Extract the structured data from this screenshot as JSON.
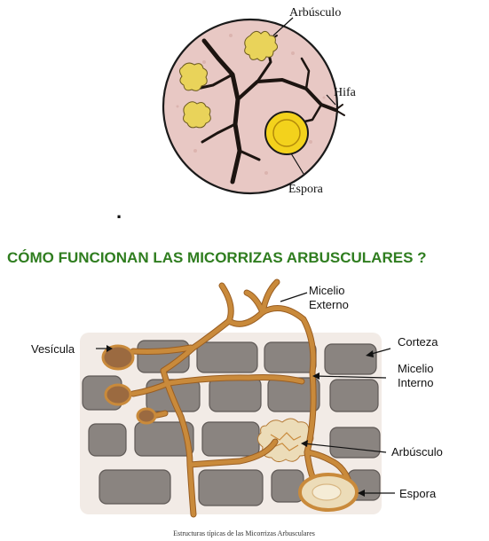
{
  "top_figure": {
    "labels": {
      "arbusculo": "Arbúsculo",
      "hifa": "Hifa",
      "espora": "Espora"
    }
  },
  "dot": ".",
  "title": "CÓMO FUNCIONAN LAS MICORRIZAS ARBUSCULARES ?",
  "bottom_figure": {
    "labels": {
      "micelio_externo_1": "Micelio",
      "micelio_externo_2": "Externo",
      "vesicula": "Vesícula",
      "corteza": "Corteza",
      "micelio_interno_1": "Micelio",
      "micelio_interno_2": "Interno",
      "arbusculo": "Arbúsculo",
      "espora": "Espora"
    },
    "caption": "Estructuras típicas de las Micorrizas Arbusculares"
  },
  "colors": {
    "title_green": "#2f7d1f",
    "circle_fill": "#e8c8c4",
    "hypha_orange": "#c98a3b",
    "spore_yellow": "#f3d21c",
    "cell_grey": "#8a8480"
  }
}
